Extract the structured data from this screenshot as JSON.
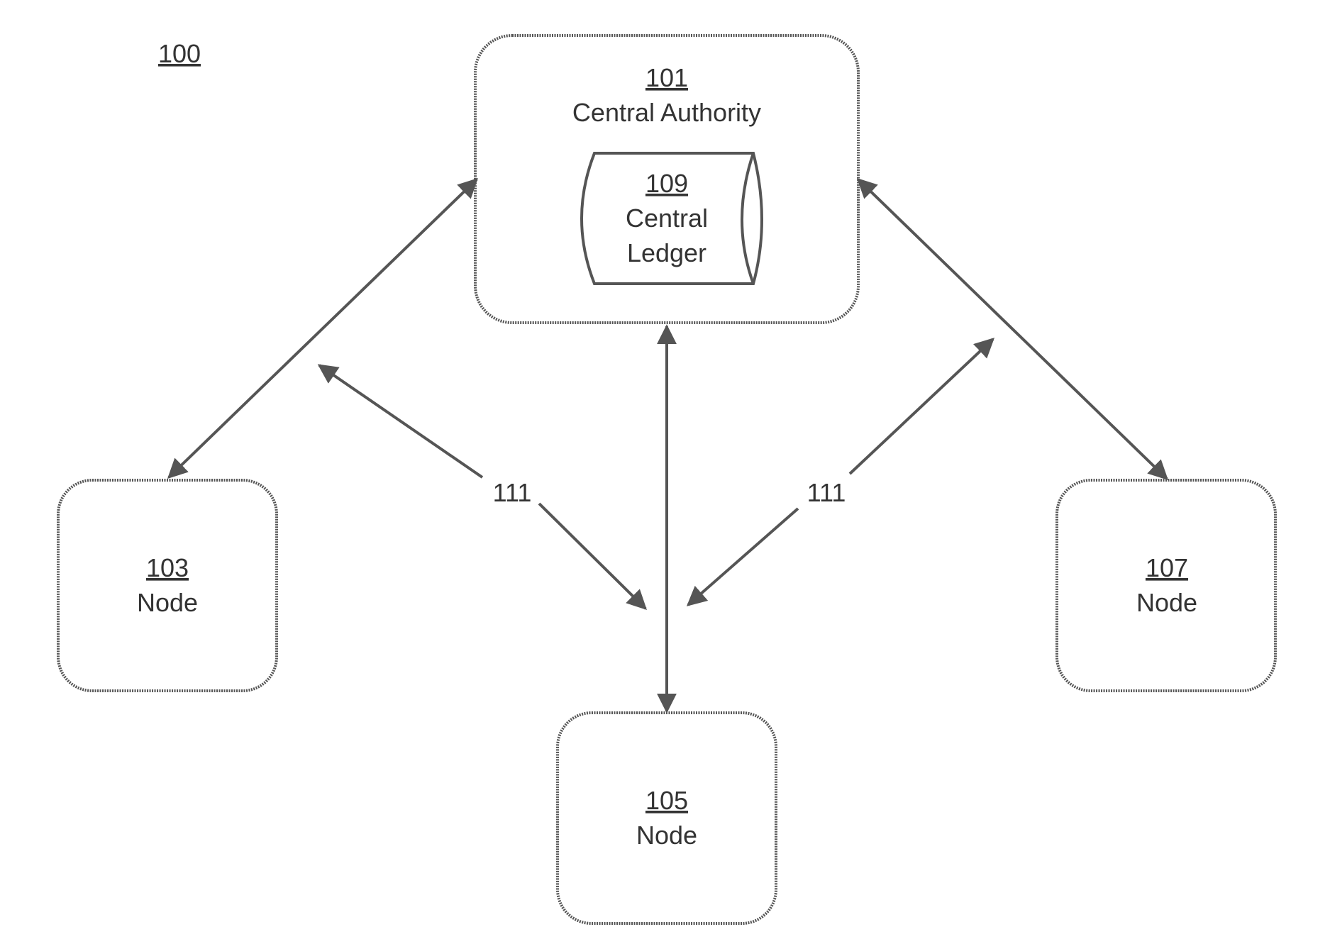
{
  "figure": {
    "ref": "100"
  },
  "central_authority": {
    "ref": "101",
    "label": "Central Authority"
  },
  "central_ledger": {
    "ref": "109",
    "label_line1": "Central",
    "label_line2": "Ledger"
  },
  "nodes": [
    {
      "ref": "103",
      "label": "Node"
    },
    {
      "ref": "105",
      "label": "Node"
    },
    {
      "ref": "107",
      "label": "Node"
    }
  ],
  "connections": {
    "left_label": "111",
    "right_label": "111"
  },
  "colors": {
    "stroke": "#555555",
    "text": "#333333",
    "background": "#ffffff"
  }
}
